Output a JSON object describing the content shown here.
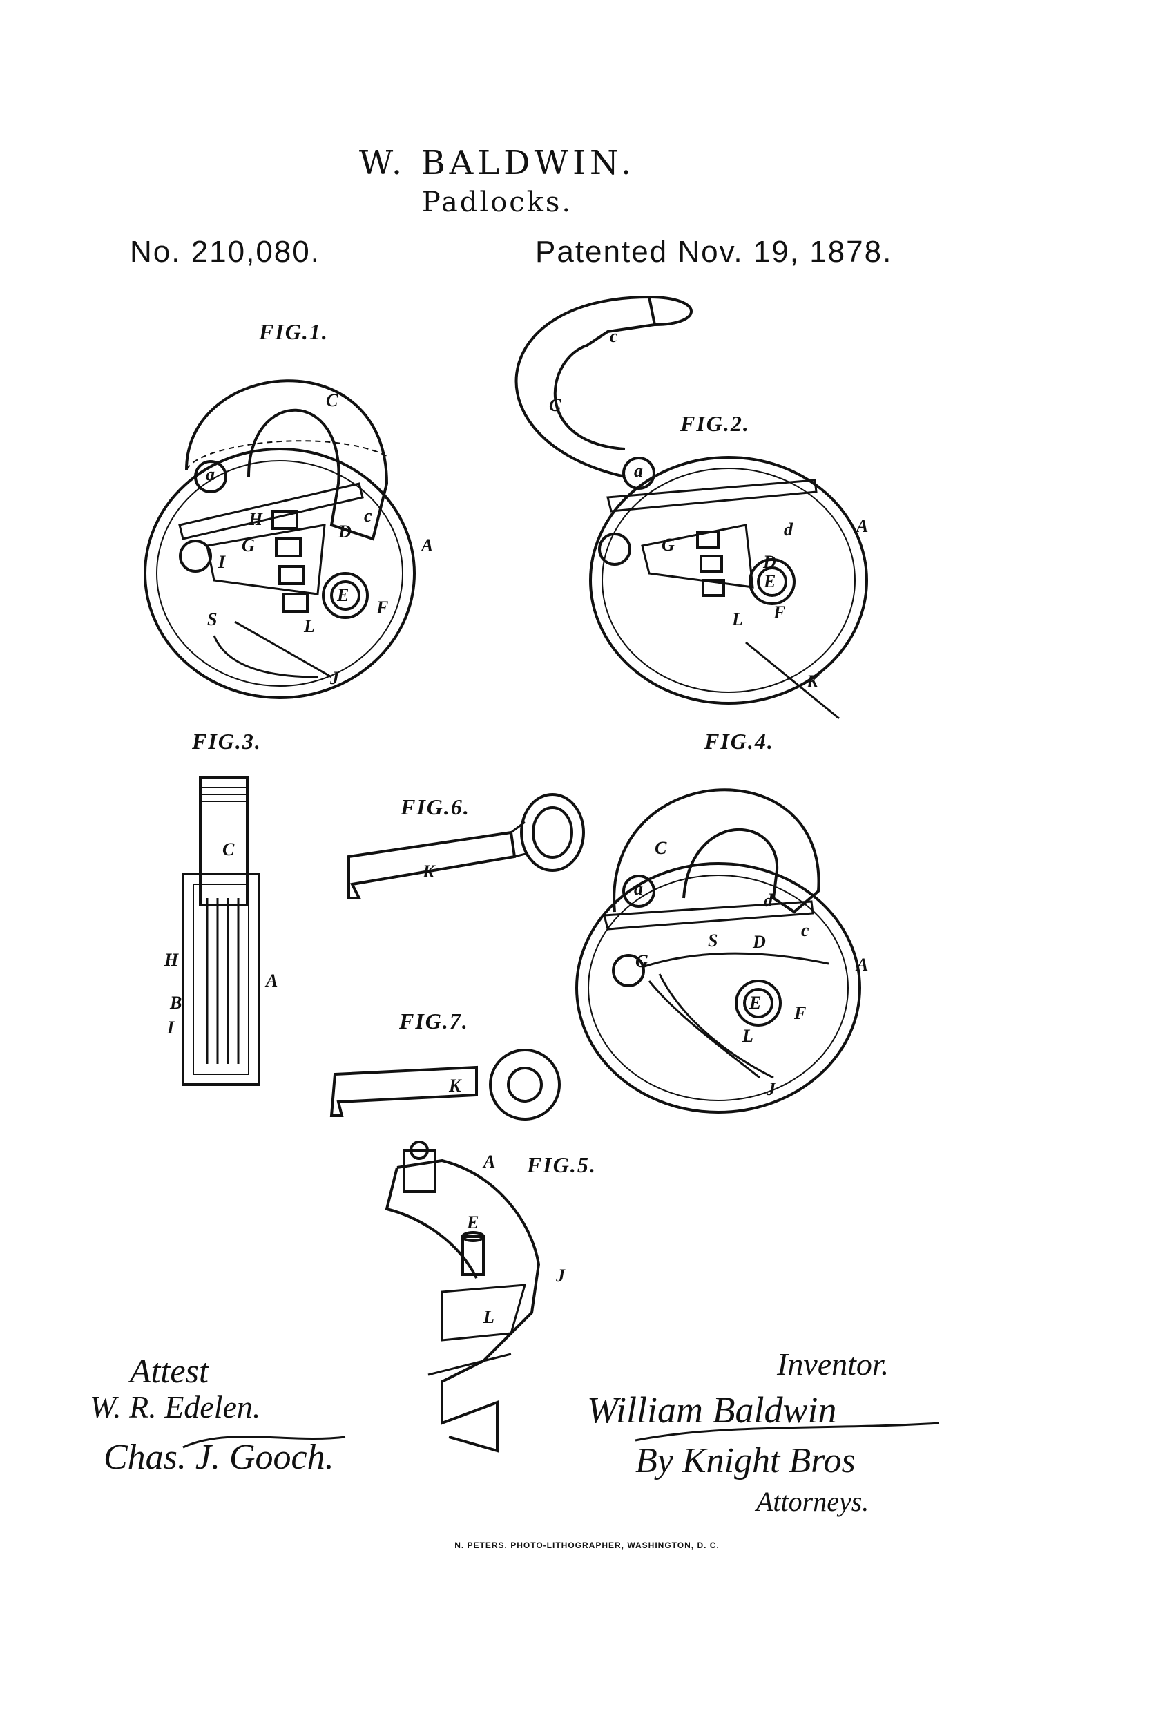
{
  "header": {
    "inventor_name": "W. BALDWIN.",
    "subject": "Padlocks.",
    "patent_number": "No. 210,080.",
    "patent_date": "Patented Nov. 19, 1878."
  },
  "figures": {
    "fig1": "FIG.1.",
    "fig2": "FIG.2.",
    "fig3": "FIG.3.",
    "fig4": "FIG.4.",
    "fig5": "FIG.5.",
    "fig6": "FIG.6.",
    "fig7": "FIG.7."
  },
  "part_labels": {
    "A": "A",
    "B": "B",
    "C": "C",
    "D": "D",
    "E": "E",
    "F": "F",
    "G": "G",
    "H": "H",
    "I": "I",
    "J": "J",
    "K": "K",
    "L": "L",
    "S": "S",
    "a": "a",
    "c": "c",
    "d": "d"
  },
  "signatures": {
    "attest_heading": "Attest",
    "witness1": "W. R. Edelen.",
    "witness2": "Chas. J. Gooch.",
    "inventor_heading": "Inventor.",
    "inventor_signature": "William Baldwin",
    "by_attorneys": "By Knight Bros",
    "attorneys": "Attorneys."
  },
  "footer": "N. PETERS. PHOTO-LITHOGRAPHER, WASHINGTON, D. C."
}
